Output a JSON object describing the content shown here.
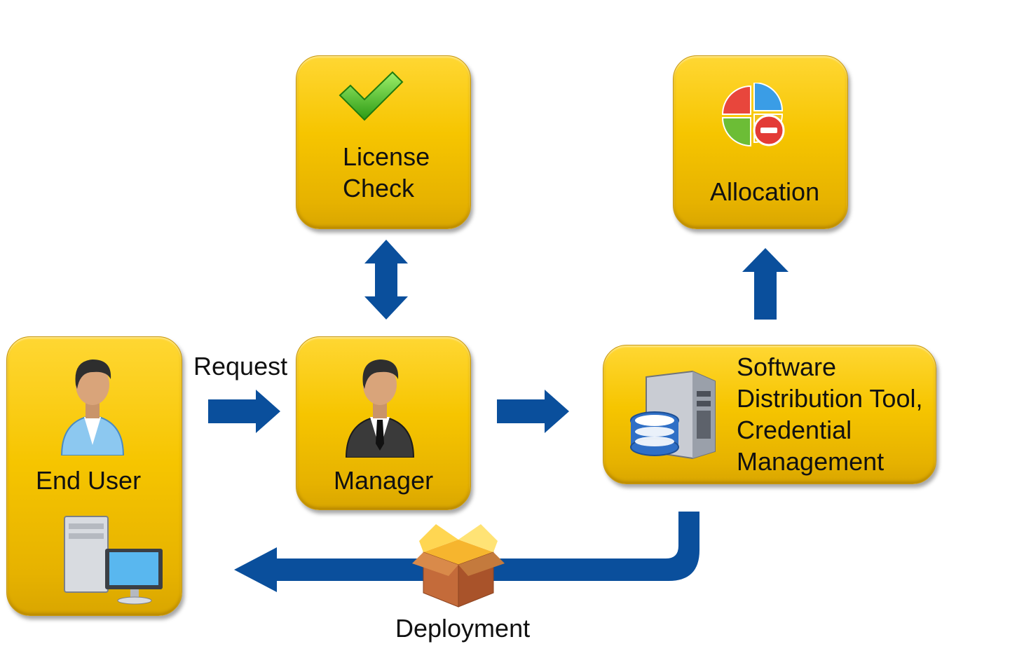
{
  "nodes": {
    "license_check": {
      "label": "License\nCheck",
      "icon": "checkmark-icon"
    },
    "allocation": {
      "label": "Allocation",
      "icon": "pie-chart-remove-icon"
    },
    "end_user": {
      "label": "End User",
      "icon": "user-icon",
      "icon2": "workstation-icon"
    },
    "manager": {
      "label": "Manager",
      "icon": "manager-icon"
    },
    "software_dist": {
      "label": "Software\nDistribution Tool,\nCredential\nManagement",
      "icon": "database-server-icon"
    }
  },
  "edges": {
    "request": {
      "label": "Request"
    },
    "deployment": {
      "label": "Deployment",
      "icon": "package-icon"
    }
  },
  "colors": {
    "box": "#f6c500",
    "arrow": "#0a4f9c"
  }
}
